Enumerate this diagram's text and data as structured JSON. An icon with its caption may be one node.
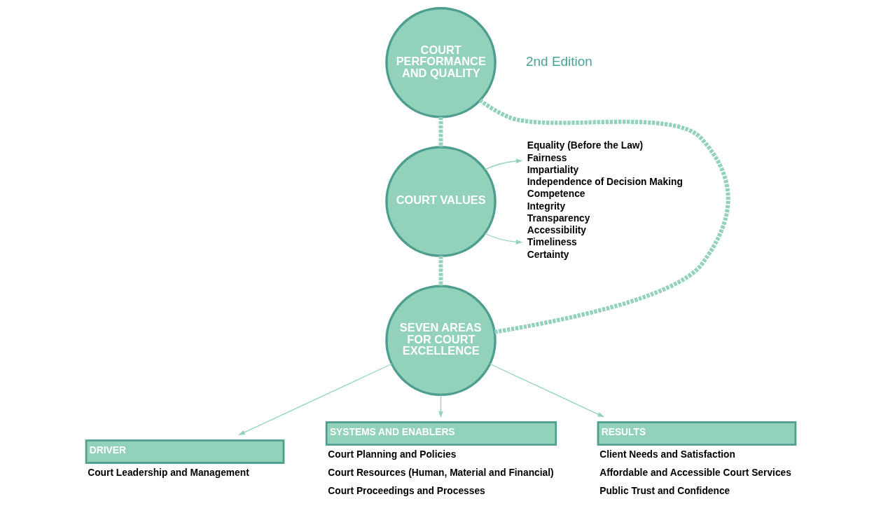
{
  "diagram": {
    "nodes": [
      {
        "text": [
          "COURT PERFORMANCE AND QUALITY"
        ]
      },
      {
        "text": [
          "COURT VALUES"
        ]
      },
      {
        "text": [
          "SEVEN AREAS FOR COURT EXCELLENCE"
        ]
      },
      {
        "text": [
          "Equality (Before the Law)",
          "Fairness",
          "Impartiality",
          "Independence of Decision Making",
          "Competence",
          "Integrity",
          "Transparency",
          "Accessibility",
          "Timeliness",
          "Certainty"
        ]
      },
      {
        "text": [
          "DRIVER"
        ],
        "beside": [
          "Court Leadership and Management"
        ]
      },
      {
        "text": [
          "SYSTEMS AND ENABLERS"
        ],
        "beside": [
          "Court Planning and Policies",
          "Court Resources (Human, Material and Financial)",
          "Court Proceedings and Processes"
        ]
      },
      {
        "text": [
          "RESULTS"
        ],
        "beside": [
          "Client Needs and Satisfaction",
          "Affordable and Accessible Court Services",
          "Public Trust and Confidence"
        ]
      }
    ],
    "edges": [
      {
        "from": 0,
        "to": 1,
        "arrow": "none",
        "style": "dashed"
      },
      {
        "from": 1,
        "to": 2,
        "arrow": "none",
        "style": "dashed"
      },
      {
        "from": 2,
        "to": 0,
        "arrow": "none",
        "style": "dashed"
      },
      {
        "from": 1,
        "to": 3,
        "arrow": "to"
      },
      {
        "from": 1,
        "to": 3,
        "arrow": "to"
      },
      {
        "from": 2,
        "to": 4,
        "arrow": "to"
      },
      {
        "from": 2,
        "to": 5,
        "arrow": "to"
      },
      {
        "from": 2,
        "to": 6,
        "arrow": "to"
      }
    ],
    "labels": [
      "2nd Edition"
    ]
  }
}
